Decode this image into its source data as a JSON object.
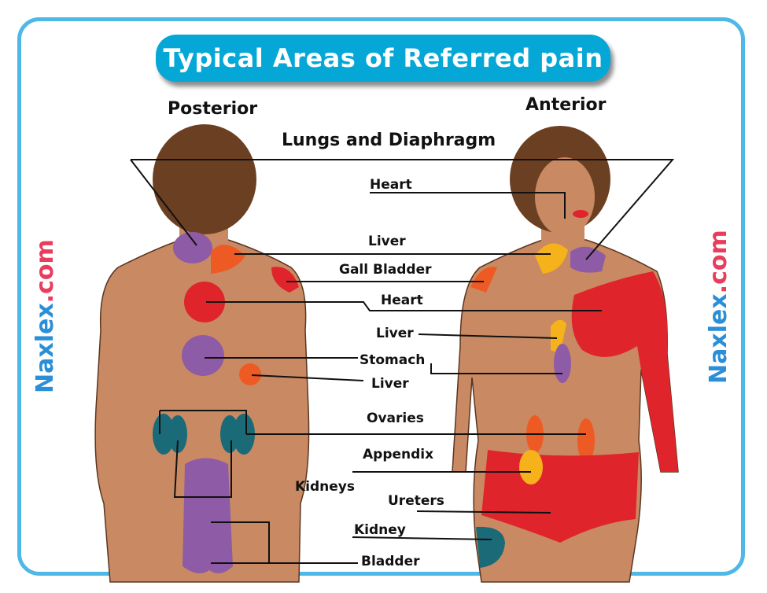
{
  "title": "Typical Areas of Referred pain",
  "views": {
    "posterior": "Posterior",
    "anterior": "Anterior"
  },
  "labels": {
    "lungs_diaphragm": "Lungs and Diaphragm",
    "heart_1": "Heart",
    "liver_1": "Liver",
    "gall_bladder": "Gall Bladder",
    "heart_2": "Heart",
    "liver_2": "Liver",
    "stomach": "Stomach",
    "liver_3": "Liver",
    "ovaries": "Ovaries",
    "appendix": "Appendix",
    "kidneys": "Kidneys",
    "ureters": "Ureters",
    "kidney": "Kidney",
    "bladder": "Bladder"
  },
  "watermark": {
    "brand": "Naxlex",
    "suffix": ".com"
  },
  "colors": {
    "border": "#4fb8e6",
    "title_bg": "#05a7d6",
    "skin": "#c98a63",
    "hair": "#6b3f22",
    "purple": "#8e5ba6",
    "red": "#e0242c",
    "orange": "#ee5a24",
    "yellow": "#f6b21b",
    "teal": "#1b6a78"
  }
}
